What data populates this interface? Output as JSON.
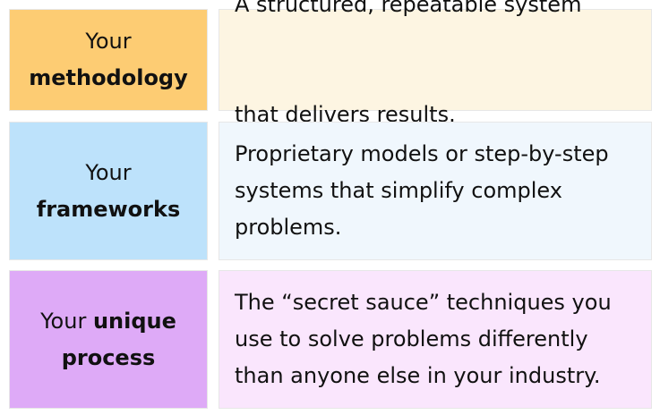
{
  "rows": [
    {
      "label_lines": [
        [
          {
            "text": "Your",
            "bold": false
          }
        ],
        [
          {
            "text": "methodology",
            "bold": true
          }
        ]
      ],
      "description_lines": [
        " A structured, repeatable system",
        "that delivers results."
      ],
      "label_color": "#fdcc73",
      "description_color": "#fdf5e2"
    },
    {
      "label_lines": [
        [
          {
            "text": "Your",
            "bold": false
          }
        ],
        [
          {
            "text": "frameworks",
            "bold": true
          }
        ]
      ],
      "description_lines": [
        "Proprietary models or step-by-step",
        "systems that simplify complex",
        "problems."
      ],
      "label_color": "#bde2fb",
      "description_color": "#f0f7fd"
    },
    {
      "label_lines": [
        [
          {
            "text": "Your ",
            "bold": false
          },
          {
            "text": "unique",
            "bold": true
          }
        ],
        [
          {
            "text": "process",
            "bold": true
          }
        ]
      ],
      "description_lines": [
        "The “secret sauce” techniques you",
        "use to solve problems differently",
        "than anyone else in your industry."
      ],
      "label_color": "#deaaf7",
      "description_color": "#fae6fd"
    }
  ]
}
